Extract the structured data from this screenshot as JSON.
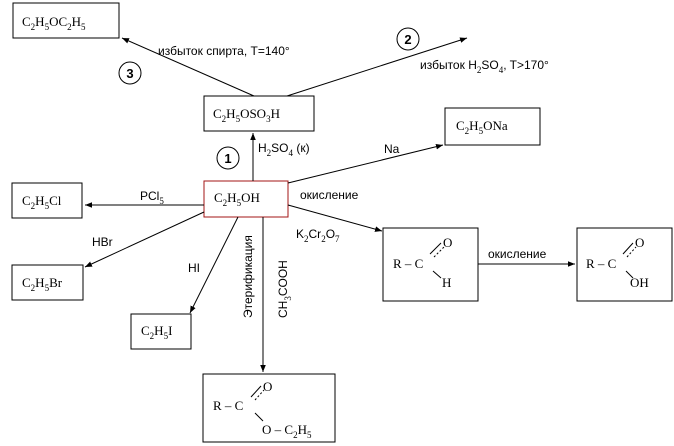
{
  "nodes": {
    "diethyl_ether": {
      "base": "C",
      "s1": "2",
      "b2": "H",
      "s2": "5",
      "b3": "OC",
      "s3": "2",
      "b4": "H",
      "s4": "5"
    },
    "ethyl_sulfate": {
      "b1": "C",
      "s1": "2",
      "b2": "H",
      "s2": "5",
      "b3": "OSO",
      "s3": "3",
      "b4": "H"
    },
    "sodium_ethoxide": {
      "b1": "C",
      "s1": "2",
      "b2": "H",
      "s2": "5",
      "b3": "ONa"
    },
    "ethanol": {
      "b1": "C",
      "s1": "2",
      "b2": "H",
      "s2": "5",
      "b3": "OH"
    },
    "ethyl_chloride": {
      "b1": "C",
      "s1": "2",
      "b2": "H",
      "s2": "5",
      "b3": "Cl"
    },
    "ethyl_bromide": {
      "b1": "C",
      "s1": "2",
      "b2": "H",
      "s2": "5",
      "b3": "Br"
    },
    "ethyl_iodide": {
      "b1": "C",
      "s1": "2",
      "b2": "H",
      "s2": "5",
      "b3": "I"
    },
    "aldehyde": {
      "r": "R – C",
      "o": "O",
      "h": "H"
    },
    "acid": {
      "r": "R – C",
      "o": "O",
      "oh": "OH"
    },
    "ester": {
      "r": "R – C",
      "o": "O",
      "rest": "O – C",
      "s1": "2",
      "b2": "H",
      "s2": "5"
    }
  },
  "labels": {
    "excess_alcohol": "избыток спирта, T=140°",
    "excess_acid": {
      "b1": "избыток H",
      "s1": "2",
      "b2": "SO",
      "s2": "4",
      "b3": ", T>170°"
    },
    "sulfuric_conc": {
      "b1": "H",
      "s1": "2",
      "b2": "SO",
      "s2": "4",
      "b3": " (к)"
    },
    "sodium": "Na",
    "oxidation_1": "окисление",
    "oxidation_2": "окисление",
    "pcl5": {
      "b1": "PCl",
      "s1": "5"
    },
    "hbr": "HBr",
    "hi": "HI",
    "dichromate": {
      "b1": "K",
      "s1": "2",
      "b2": "Cr",
      "s2": "2",
      "b3": "O",
      "s3": "7"
    },
    "esterification": "Этерификация",
    "acetic_acid": {
      "b1": "CH",
      "s1": "3",
      "b2": "COOH"
    }
  },
  "steps": {
    "one": "1",
    "two": "2",
    "three": "3"
  }
}
